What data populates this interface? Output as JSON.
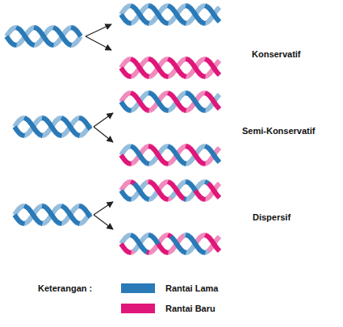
{
  "diagram": {
    "labels": [
      "Konservatif",
      "Semi-Konservatif",
      "Dispersif",
      "Keterangan :"
    ],
    "legend": [
      {
        "text": "Rantai Lama",
        "color": "#2a7ab8"
      },
      {
        "text": "Rantai Baru",
        "color": "#e0177a"
      }
    ]
  }
}
